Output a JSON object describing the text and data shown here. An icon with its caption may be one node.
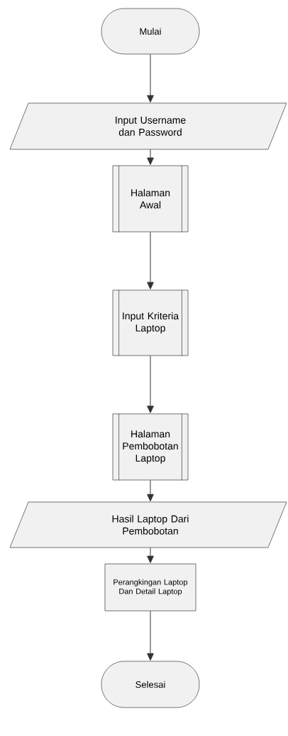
{
  "diagram": {
    "nodes": [
      {
        "text": [
          "Mulai"
        ]
      },
      {
        "text": [
          "Input Username dan Password"
        ]
      },
      {
        "text": [
          "Halaman Awal"
        ]
      },
      {
        "text": [
          "Input Kriteria Laptop"
        ]
      },
      {
        "text": [
          "Halaman Pembobotan Laptop"
        ]
      },
      {
        "text": [
          "Hasil Laptop Dari Pembobotan"
        ]
      },
      {
        "text": [
          "Perangkingan Laptop Dan Detail Laptop"
        ]
      },
      {
        "text": [
          "Selesai"
        ]
      }
    ],
    "edges": [
      {
        "from": 0,
        "to": 1,
        "arrow": "to"
      },
      {
        "from": 1,
        "to": 2,
        "arrow": "to"
      },
      {
        "from": 2,
        "to": 3,
        "arrow": "to"
      },
      {
        "from": 3,
        "to": 4,
        "arrow": "to"
      },
      {
        "from": 4,
        "to": 5,
        "arrow": "to"
      },
      {
        "from": 5,
        "to": 6,
        "arrow": "to"
      },
      {
        "from": 6,
        "to": 7,
        "arrow": "to"
      }
    ]
  }
}
